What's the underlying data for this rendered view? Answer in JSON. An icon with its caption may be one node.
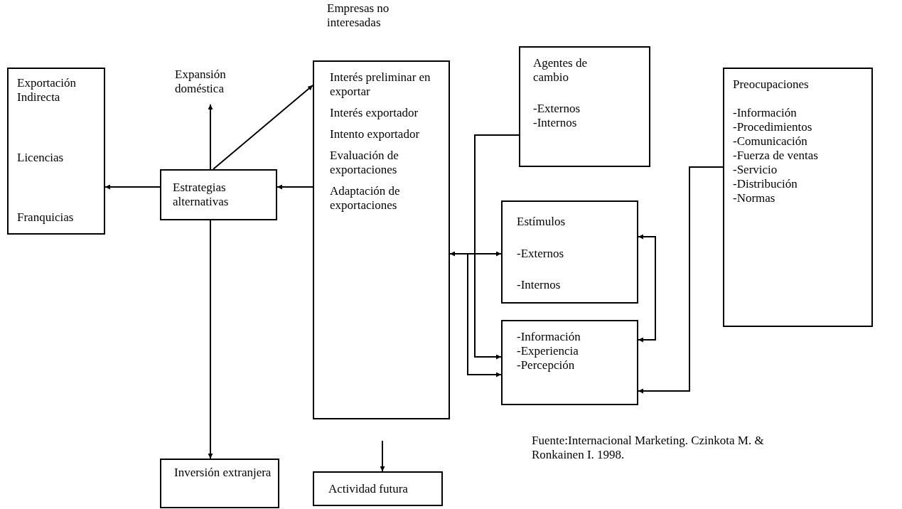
{
  "diagram": {
    "nodes": [
      {
        "text": [
          "Exportación Indirecta",
          "Licencias",
          "Franquicias"
        ]
      },
      {
        "text": [
          "Expansión doméstica"
        ]
      },
      {
        "text": [
          "Estrategias alternativas"
        ]
      },
      {
        "text": [
          "Interés preliminar en exportar",
          "Interés exportador",
          "Intento exportador",
          "Evaluación de exportaciones",
          "Adaptación de exportaciones"
        ]
      },
      {
        "text": [
          "Agentes de cambio",
          "-Externos",
          "-Internos"
        ]
      },
      {
        "text": [
          "Preocupaciones",
          "-Información",
          "-Procedimientos",
          "-Comunicación",
          "-Fuerza de ventas",
          "-Servicio",
          "-Distribución",
          "-Normas"
        ]
      },
      {
        "text": [
          "Estímulos",
          "-Externos",
          "-Internos"
        ]
      },
      {
        "text": [
          "-Información",
          "-Experiencia",
          "-Percepción"
        ]
      },
      {
        "text": [
          "Inversión extranjera"
        ]
      },
      {
        "text": [
          "Actividad futura"
        ]
      }
    ],
    "edges": [
      {
        "from": 2,
        "to": 0,
        "arrow": "to"
      },
      {
        "from": 2,
        "to": 1,
        "arrow": "to"
      },
      {
        "from": 2,
        "to": 3,
        "arrow": "to"
      },
      {
        "from": 3,
        "to": 2,
        "arrow": "to"
      },
      {
        "from": 2,
        "to": 8,
        "arrow": "to"
      },
      {
        "from": null,
        "to": 9,
        "arrow": "to"
      },
      {
        "from": 3,
        "to": 6,
        "arrow": "both"
      },
      {
        "from": 3,
        "to": 7,
        "arrow": "to"
      },
      {
        "from": 4,
        "to": 7,
        "arrow": "to"
      },
      {
        "from": 6,
        "to": 7,
        "arrow": "both"
      },
      {
        "from": 5,
        "to": 7,
        "arrow": "to"
      }
    ],
    "labels": [
      "Empresas no interesadas",
      "Fuente:Internacional Marketing. Czinkota M. & Ronkainen I. 1998."
    ]
  }
}
